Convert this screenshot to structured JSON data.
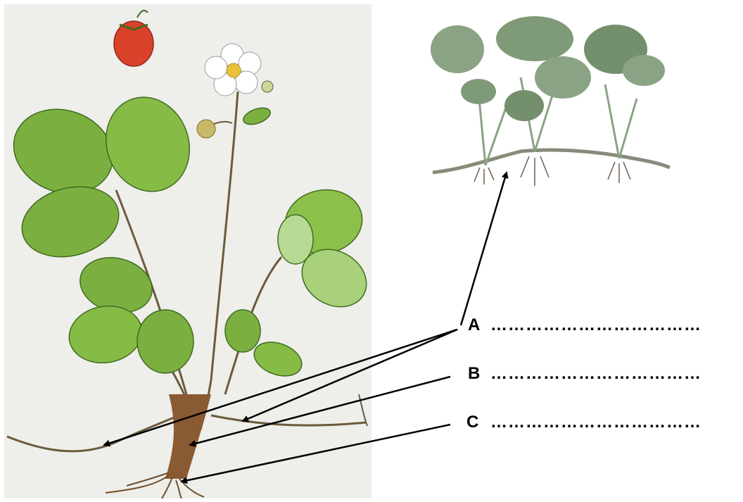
{
  "labels": [
    {
      "id": "A",
      "letter": "A",
      "answer": "………………………………"
    },
    {
      "id": "B",
      "letter": "B",
      "answer": "………………………………"
    },
    {
      "id": "C",
      "letter": "C",
      "answer": "………………………………"
    }
  ],
  "colors": {
    "illustration_bg": "#eeeeea",
    "leaf": "#7bb040",
    "leaf_dark": "#3f6b1e",
    "stem": "#6b5a3c",
    "root": "#6e4e2a",
    "berry": "#d9412a",
    "flower": "#ffffff",
    "flower_center": "#e8c23a",
    "photo_leaf": "#8aa384",
    "arrow": "#000000"
  }
}
